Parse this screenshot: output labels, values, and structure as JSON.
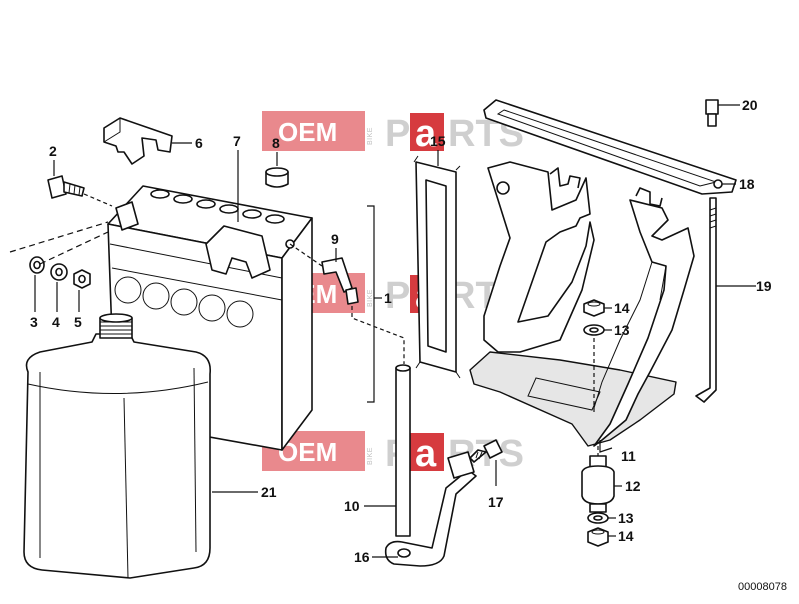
{
  "watermark": {
    "oem": "OEM",
    "bike": "BIKE",
    "parts_p": "P",
    "parts_a": "a",
    "parts_rts": "RTS",
    "oem_color": "#e9898d",
    "a_color": "#d63b3f",
    "text_color": "#cfcfcf"
  },
  "callouts": {
    "c1": "1",
    "c2": "2",
    "c3": "3",
    "c4": "4",
    "c5": "5",
    "c6": "6",
    "c7": "7",
    "c8": "8",
    "c9": "9",
    "c10": "10",
    "c11": "11",
    "c12": "12",
    "c13a": "13",
    "c13b": "13",
    "c14a": "14",
    "c14b": "14",
    "c15": "15",
    "c16": "16",
    "c17": "17",
    "c18": "18",
    "c19": "19",
    "c20": "20",
    "c21": "21"
  },
  "diagram_code": "00008078"
}
